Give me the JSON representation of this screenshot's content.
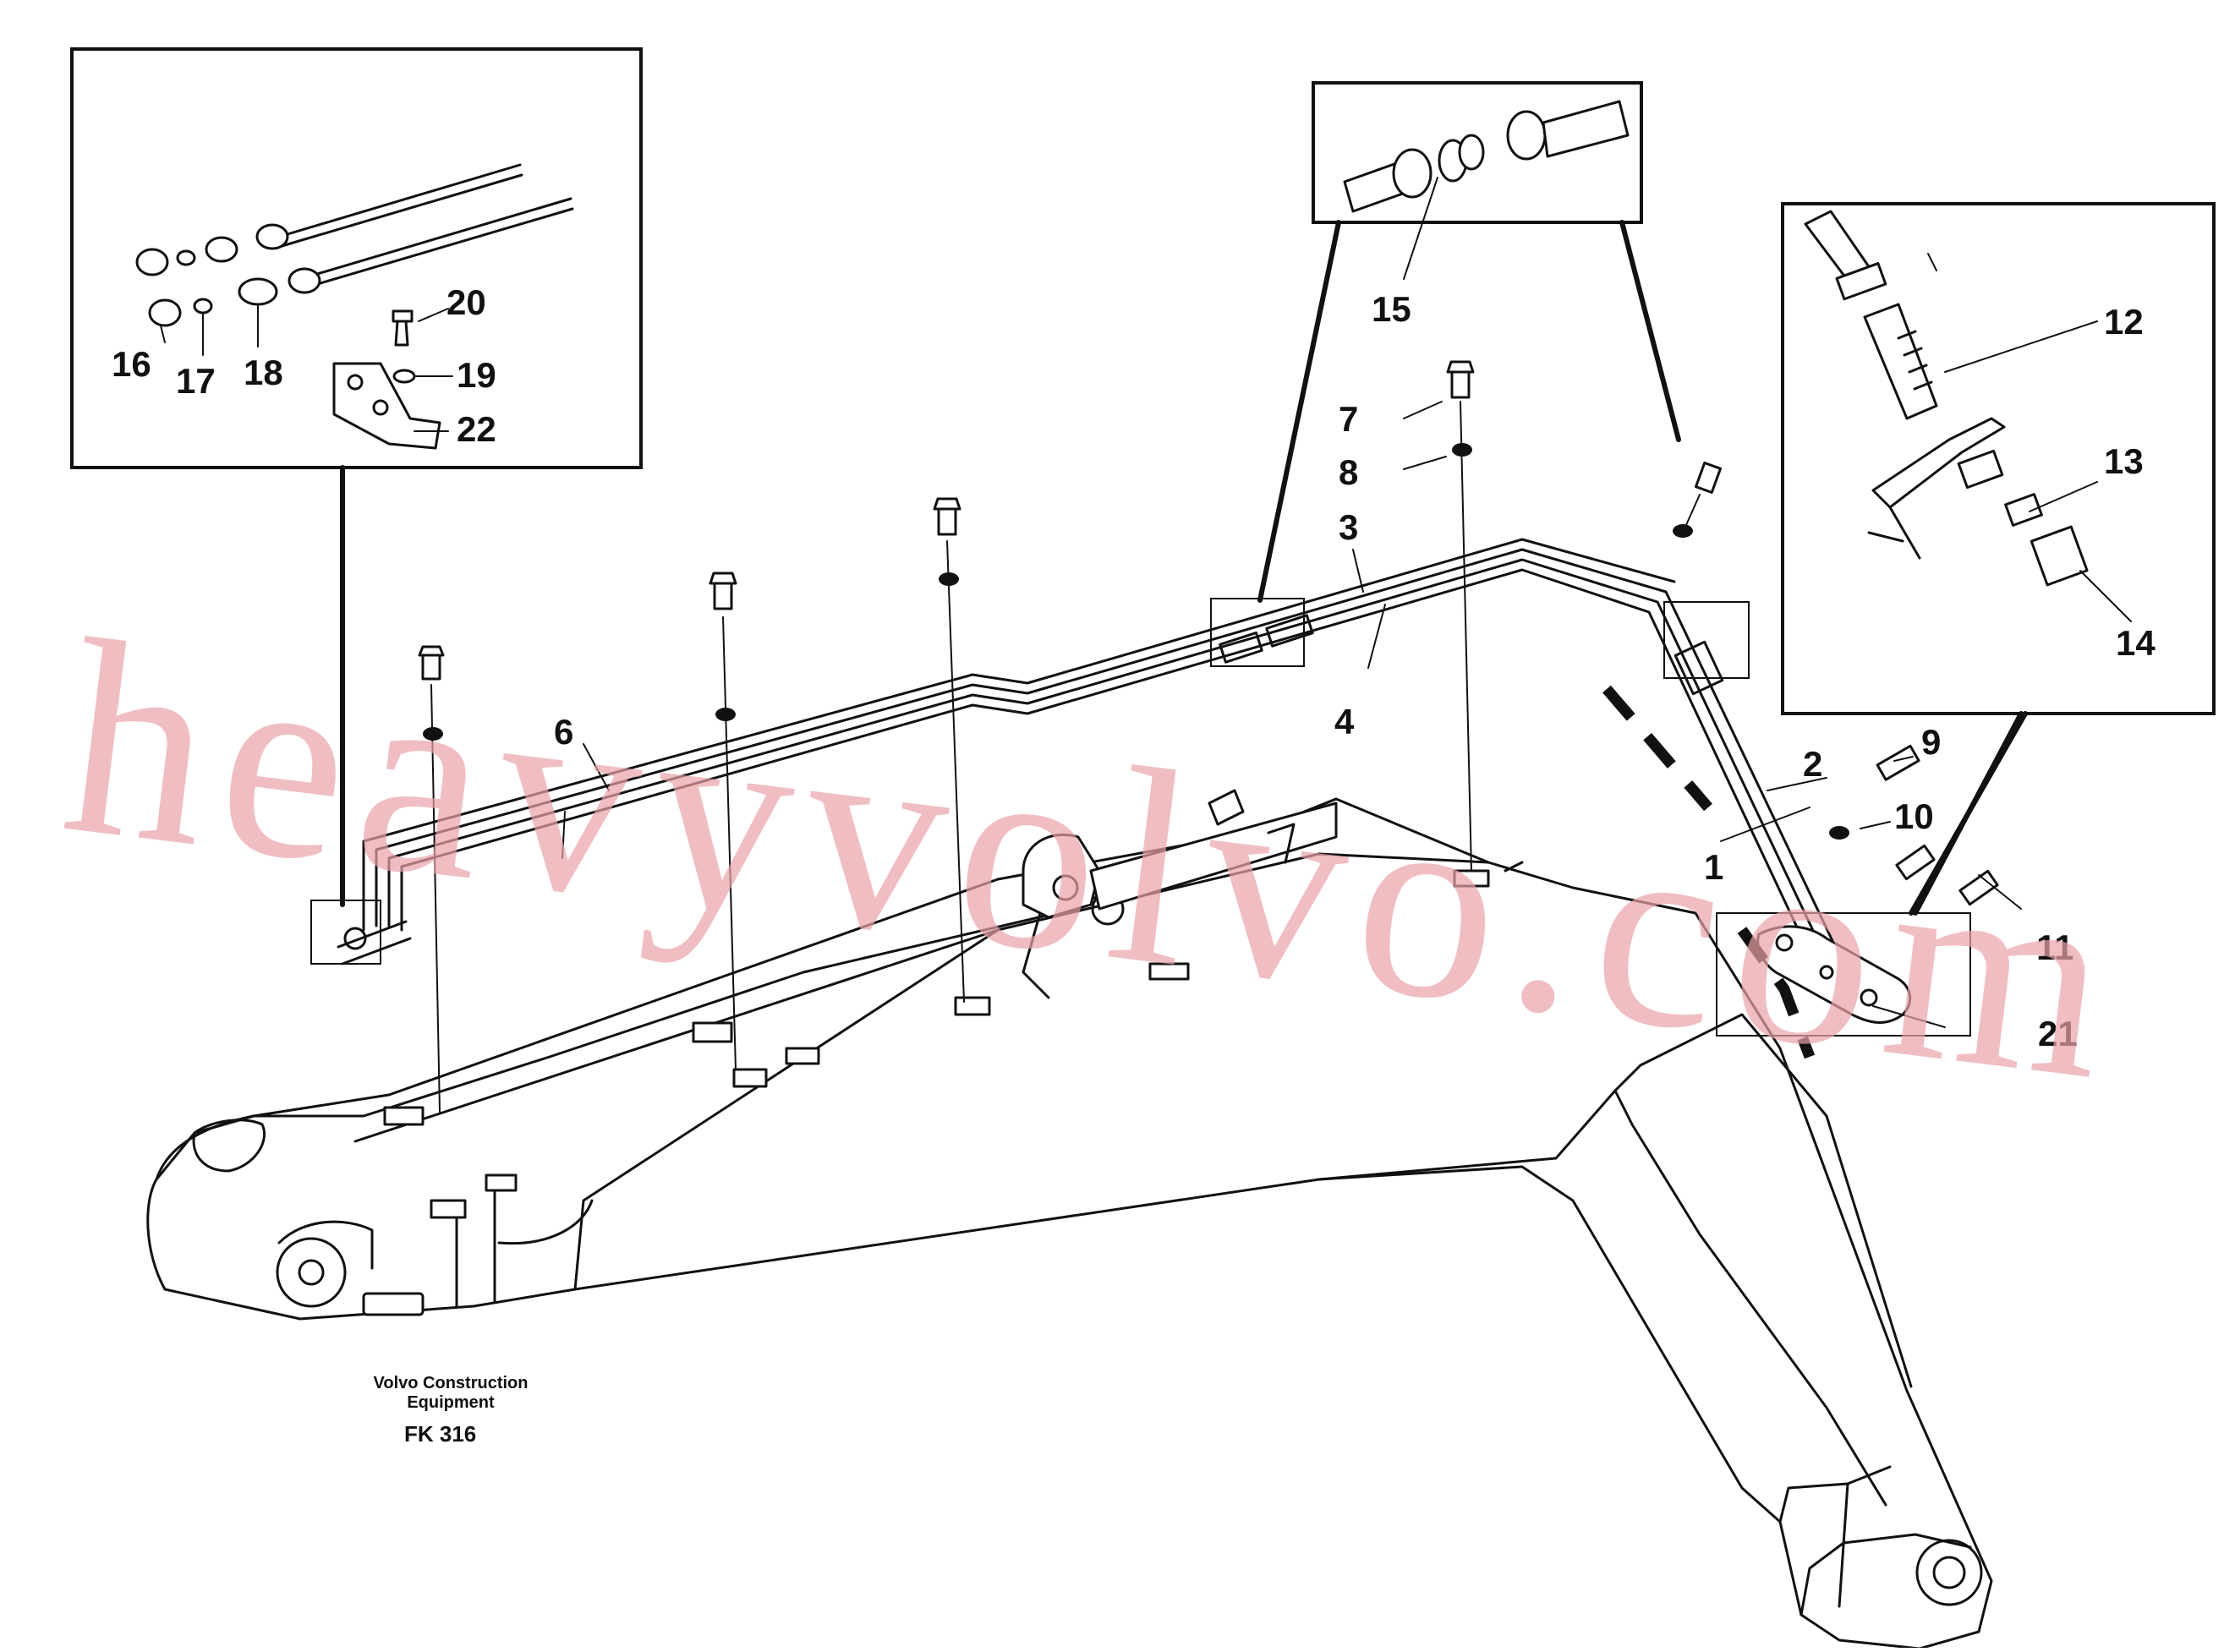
{
  "diagram": {
    "watermark": "heavyvolvo.com",
    "caption": {
      "line1": "Volvo Construction",
      "line2": "Equipment",
      "code": "FK 316"
    },
    "part_labels": [
      "1",
      "2",
      "3",
      "4",
      "6",
      "7",
      "8",
      "9",
      "10",
      "11",
      "12",
      "13",
      "14",
      "15",
      "16",
      "17",
      "18",
      "19",
      "20",
      "21",
      "22"
    ]
  }
}
